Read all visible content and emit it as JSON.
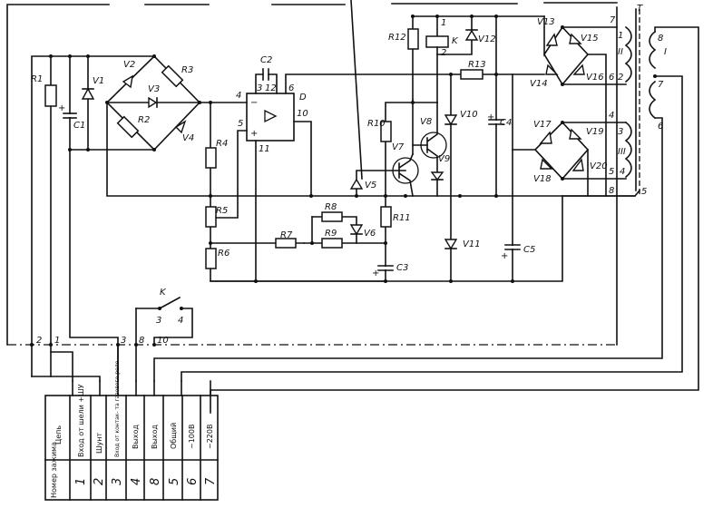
{
  "title": "Electrical schematic of relay control unit",
  "components": {
    "R1": "R1",
    "R2": "R2",
    "R3": "R3",
    "R4": "R4",
    "R5": "R5",
    "R6": "R6",
    "R7": "R7",
    "R8": "R8",
    "R9": "R9",
    "R10": "R10",
    "R11": "R11",
    "R12": "R12",
    "R13": "R13",
    "C1": "C1",
    "C2": "C2",
    "C3": "C3",
    "C4": "C4",
    "C5": "C5",
    "V1": "V1",
    "V2": "V2",
    "V3": "V3",
    "V4": "V4",
    "V5": "V5",
    "V6": "V6",
    "V7": "V7",
    "V8": "V8",
    "V9": "V9",
    "V10": "V10",
    "V11": "V11",
    "V12": "V12",
    "V13": "V13",
    "V14": "V14",
    "V15": "V15",
    "V16": "V16",
    "V17": "V17",
    "V18": "V18",
    "V19": "V19",
    "V20": "V20",
    "D": "D",
    "K_relay": "K",
    "K_switch": "K",
    "T": "T"
  },
  "opamp_pins": {
    "p4": "4",
    "p5": "5",
    "p3": "3",
    "p12": "12",
    "p6": "6",
    "p10": "10",
    "p11": "11",
    "minus": "−",
    "plus": "+"
  },
  "relay_pins": {
    "p1": "1",
    "p2": "2"
  },
  "switch_pins": {
    "p3": "3",
    "p4": "4"
  },
  "transformer": {
    "winding_I": "I",
    "winding_II": "II",
    "winding_III": "III",
    "pins": {
      "w2_top": "1",
      "w2_bot": "2",
      "w3_top": "3",
      "w3_bot": "4",
      "prim_top": "8",
      "prim_mid": "7",
      "prim_bot": "6",
      "n7": "7",
      "n6": "6",
      "n4": "4",
      "n5": "5",
      "n8": "8",
      "n5b": "5"
    }
  },
  "bus_nodes": {
    "n2": "2",
    "n1": "1",
    "n3": "3",
    "n8": "8",
    "n10": "10"
  },
  "terminal_table": {
    "row_header_circuit": "Цепь",
    "row_header_number": "Номер зажима",
    "columns": [
      {
        "circuit": "Вход от шели +ШУ",
        "number": "1"
      },
      {
        "circuit": "Шунт",
        "number": "2"
      },
      {
        "circuit": "Вход от контак- та газового реле",
        "number": "3"
      },
      {
        "circuit": "Выход",
        "number": "4"
      },
      {
        "circuit": "Выход",
        "number": "8"
      },
      {
        "circuit": "Общий",
        "number": "5"
      },
      {
        "circuit": "~100В",
        "number": "6"
      },
      {
        "circuit": "~220В",
        "number": "7"
      }
    ]
  },
  "polarity": {
    "plus": "+"
  }
}
